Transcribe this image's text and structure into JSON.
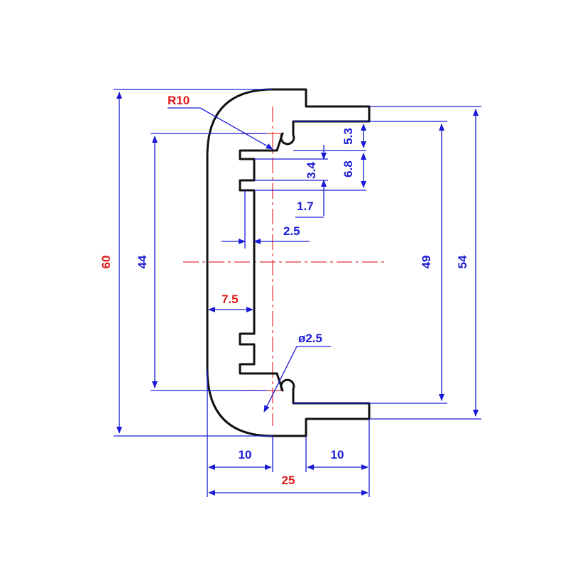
{
  "colors": {
    "outline": "#111111",
    "dimension": "#1a1ad6",
    "accent": "#e01818"
  },
  "labels": {
    "radius": "R10",
    "d53": "5.3",
    "d34": "3.4",
    "d68": "6.8",
    "d17": "1.7",
    "d25": "2.5",
    "d75": "7.5",
    "dia": "ø2.5",
    "d60": "60",
    "d44": "44",
    "d49": "49",
    "d54": "54",
    "d10a": "10",
    "d10b": "10",
    "d25w": "25"
  }
}
